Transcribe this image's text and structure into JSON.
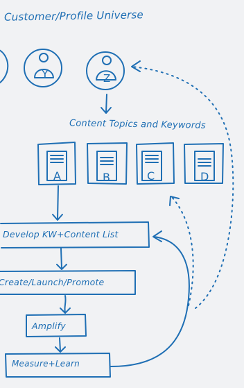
{
  "board": {
    "title": "Customer/Profile Universe",
    "profiles": [
      {
        "label": "Y"
      },
      {
        "label": "Z"
      }
    ],
    "topics_label": "Content Topics and Keywords",
    "topics": [
      {
        "label": "A"
      },
      {
        "label": "B"
      },
      {
        "label": "C"
      },
      {
        "label": "D"
      }
    ],
    "steps": [
      {
        "label": "Develop KW+Content List"
      },
      {
        "label": "Create/Launch/Promote"
      },
      {
        "label": "Amplify"
      },
      {
        "label": "Measure+Learn"
      }
    ]
  },
  "colors": {
    "ink": "#1f6fb4",
    "board": "#f1f2f4"
  }
}
